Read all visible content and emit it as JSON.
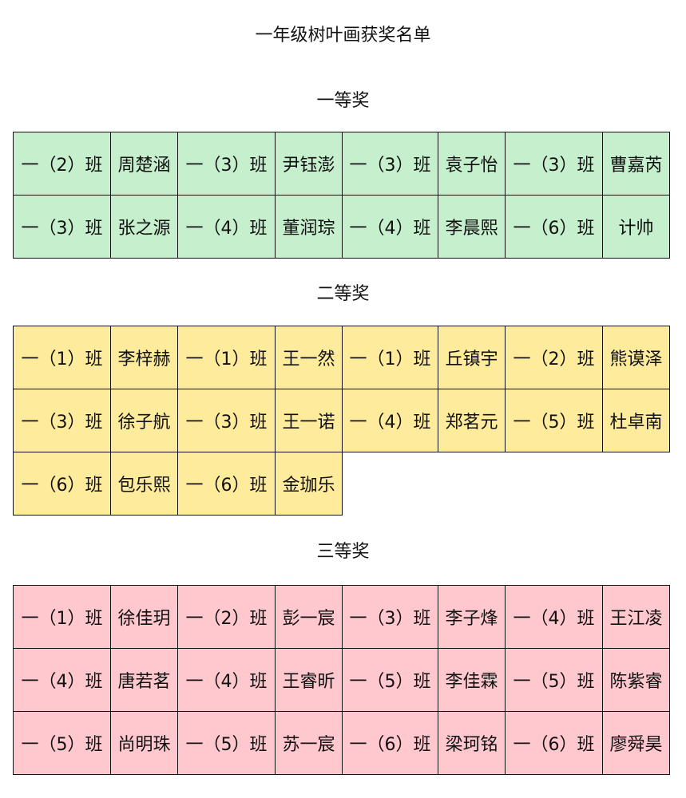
{
  "title": "一年级树叶画获奖名单",
  "colors": {
    "first": "#c6efce",
    "second": "#ffeb9c",
    "third": "#ffc7ce",
    "border": "#111111"
  },
  "sections": [
    {
      "heading": "一等奖",
      "rows": [
        [
          [
            "一（2）班",
            "周楚涵"
          ],
          [
            "一（3）班",
            "尹钰澎"
          ],
          [
            "一（3）班",
            "袁子怡"
          ],
          [
            "一（3）班",
            "曹嘉芮"
          ]
        ],
        [
          [
            "一（3）班",
            "张之源"
          ],
          [
            "一（4）班",
            "董润琮"
          ],
          [
            "一（4）班",
            "李晨熙"
          ],
          [
            "一（6）班",
            "计帅"
          ]
        ]
      ]
    },
    {
      "heading": "二等奖",
      "rows": [
        [
          [
            "一（1）班",
            "李梓赫"
          ],
          [
            "一（1）班",
            "王一然"
          ],
          [
            "一（1）班",
            "丘镇宇"
          ],
          [
            "一（2）班",
            "熊谟泽"
          ]
        ],
        [
          [
            "一（3）班",
            "徐子航"
          ],
          [
            "一（3）班",
            "王一诺"
          ],
          [
            "一（4）班",
            "郑茗元"
          ],
          [
            "一（5）班",
            "杜卓南"
          ]
        ],
        [
          [
            "一（6）班",
            "包乐熙"
          ],
          [
            "一（6）班",
            "金珈乐"
          ]
        ]
      ]
    },
    {
      "heading": "三等奖",
      "rows": [
        [
          [
            "一（1）班",
            "徐佳玥"
          ],
          [
            "一（2）班",
            "彭一宸"
          ],
          [
            "一（3）班",
            "李子烽"
          ],
          [
            "一（4）班",
            "王江凌"
          ]
        ],
        [
          [
            "一（4）班",
            "唐若茗"
          ],
          [
            "一（4）班",
            "王睿昕"
          ],
          [
            "一（5）班",
            "李佳霖"
          ],
          [
            "一（5）班",
            "陈紫睿"
          ]
        ],
        [
          [
            "一（5）班",
            "尚明珠"
          ],
          [
            "一（5）班",
            "苏一宸"
          ],
          [
            "一（6）班",
            "梁珂铭"
          ],
          [
            "一（6）班",
            "廖舜昊"
          ]
        ]
      ]
    }
  ]
}
